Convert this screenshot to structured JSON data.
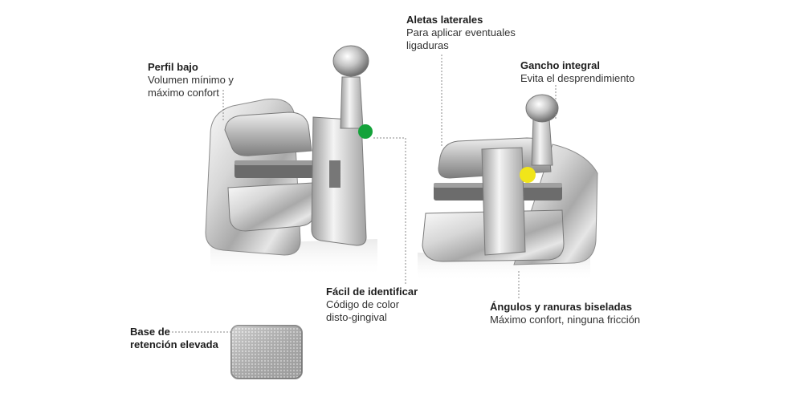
{
  "colors": {
    "metal_light": "#f2f2f2",
    "metal_mid": "#c9c9c9",
    "metal_dark": "#8d8d8d",
    "metal_shadow": "#6c6c6c",
    "green_marker": "#14a23a",
    "yellow_marker": "#f1e51a",
    "leader_line": "#8a8a8a",
    "text": "#2b2b2b"
  },
  "labels": {
    "perfil_bajo": {
      "title": "Perfil bajo",
      "desc_line1": "Volumen mínimo y",
      "desc_line2": "máximo confort"
    },
    "aletas_laterales": {
      "title": "Aletas laterales",
      "desc_line1": "Para aplicar eventuales",
      "desc_line2": "ligaduras"
    },
    "gancho_integral": {
      "title": "Gancho integral",
      "desc_line1": "Evita el desprendimiento"
    },
    "facil_identificar": {
      "title": "Fácil de identificar",
      "desc_line1": "Código de color",
      "desc_line2": "disto-gingival"
    },
    "angulos_ranuras": {
      "title": "Ángulos y ranuras biseladas",
      "desc_line1": "Máximo confort, ninguna fricción"
    },
    "base_retencion": {
      "title_line1": "Base de",
      "title_line2": "retención elevada"
    }
  },
  "icons": {
    "bracket_left": "orthodontic-bracket-with-green-marker",
    "bracket_right": "orthodontic-bracket-with-yellow-marker",
    "base_pad": "mesh-retention-base"
  }
}
